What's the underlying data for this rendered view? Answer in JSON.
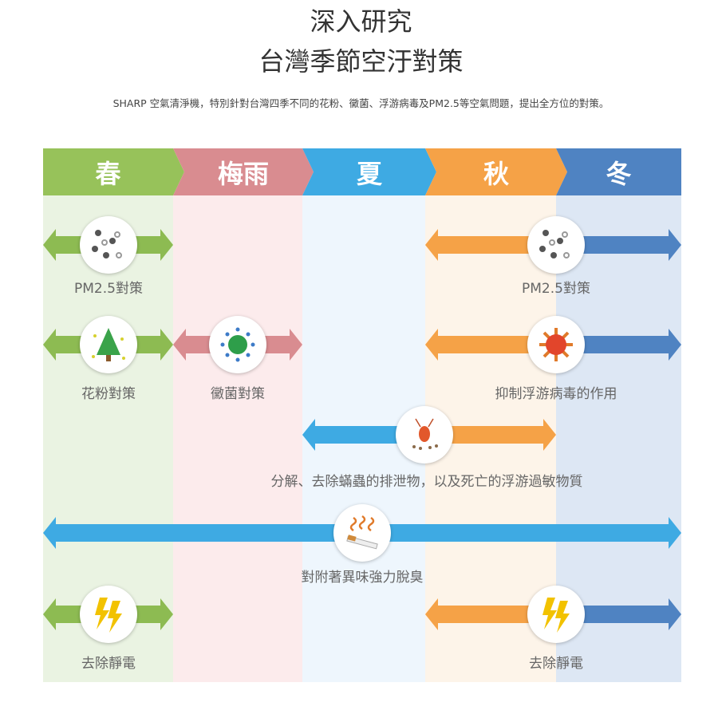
{
  "title": {
    "line1": "深入研究",
    "line2": "台灣季節空汙對策"
  },
  "subtitle": "SHARP 空氣清淨機，特別針對台灣四季不同的花粉、黴菌、浮游病毒及PM2.5等空氣問題，提出全方位的對策。",
  "seasons": [
    {
      "label": "春",
      "color": "#97c25a",
      "bg": "#eaf3e2"
    },
    {
      "label": "梅雨",
      "color": "#d98c90",
      "bg": "#fcebec"
    },
    {
      "label": "夏",
      "color": "#3eaae3",
      "bg": "#eaf4fc"
    },
    {
      "label": "秋",
      "color": "#f5a247",
      "bg": "#fdf3e6"
    },
    {
      "label": "冬",
      "color": "#4f83c2",
      "bg": "#dde7f4"
    }
  ],
  "labels": {
    "pm25_spring": "PM2.5對策",
    "pm25_winter": "PM2.5對策",
    "pollen": "花粉對策",
    "mold": "黴菌對策",
    "virus": "抑制浮游病毒的作用",
    "mite": "分解、去除蟎蟲的排泄物，以及死亡的浮游過敏物質",
    "odor": "對附著異味強力脫臭",
    "static_spring": "去除靜電",
    "static_winter": "去除靜電"
  }
}
